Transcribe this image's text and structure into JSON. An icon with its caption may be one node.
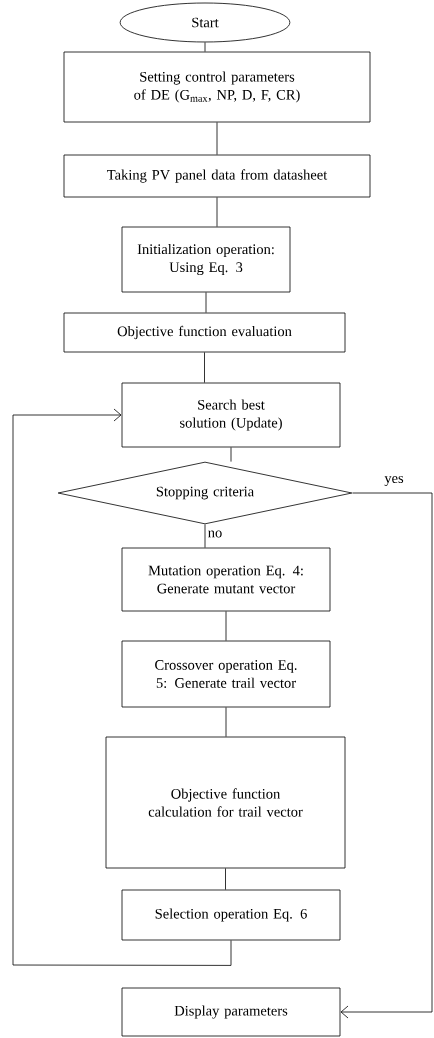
{
  "diagram": {
    "nodes": [
      {
        "text": [
          "Start"
        ]
      },
      {
        "text": [
          "Setting control parameters of DE (G$_{max}$, NP, D, F, CR)"
        ]
      },
      {
        "text": [
          "Taking PV panel data from datasheet"
        ]
      },
      {
        "text": [
          "Initialization operation: Using Eq. 3"
        ]
      },
      {
        "text": [
          "Objective function evaluation"
        ]
      },
      {
        "text": [
          "Search best solution (Update)"
        ]
      },
      {
        "text": [
          "Stopping criteria"
        ]
      },
      {
        "text": [
          "Mutation operation Eq. 4: Generate mutant vector"
        ]
      },
      {
        "text": [
          "Crossover operation Eq. 5: Generate trail vector"
        ]
      },
      {
        "text": [
          "Objective function calculation for trail vector"
        ]
      },
      {
        "text": [
          "Selection operation Eq. 6"
        ]
      },
      {
        "text": [
          "Display parameters"
        ]
      }
    ],
    "edges": [
      {
        "from": 0,
        "to": 1,
        "arrow": "none"
      },
      {
        "from": 1,
        "to": 2,
        "arrow": "none"
      },
      {
        "from": 2,
        "to": 3,
        "arrow": "none"
      },
      {
        "from": 3,
        "to": 4,
        "arrow": "none"
      },
      {
        "from": 4,
        "to": 5,
        "arrow": "none"
      },
      {
        "from": 5,
        "to": 6,
        "arrow": "none"
      },
      {
        "from": 6,
        "to": 7,
        "arrow": "none",
        "label": "no"
      },
      {
        "from": 7,
        "to": 8,
        "arrow": "none"
      },
      {
        "from": 8,
        "to": 9,
        "arrow": "none"
      },
      {
        "from": 9,
        "to": 10,
        "arrow": "none"
      },
      {
        "from": 10,
        "to": 5,
        "arrow": "to"
      },
      {
        "from": 6,
        "to": 11,
        "arrow": "to",
        "label": "yes"
      }
    ]
  }
}
